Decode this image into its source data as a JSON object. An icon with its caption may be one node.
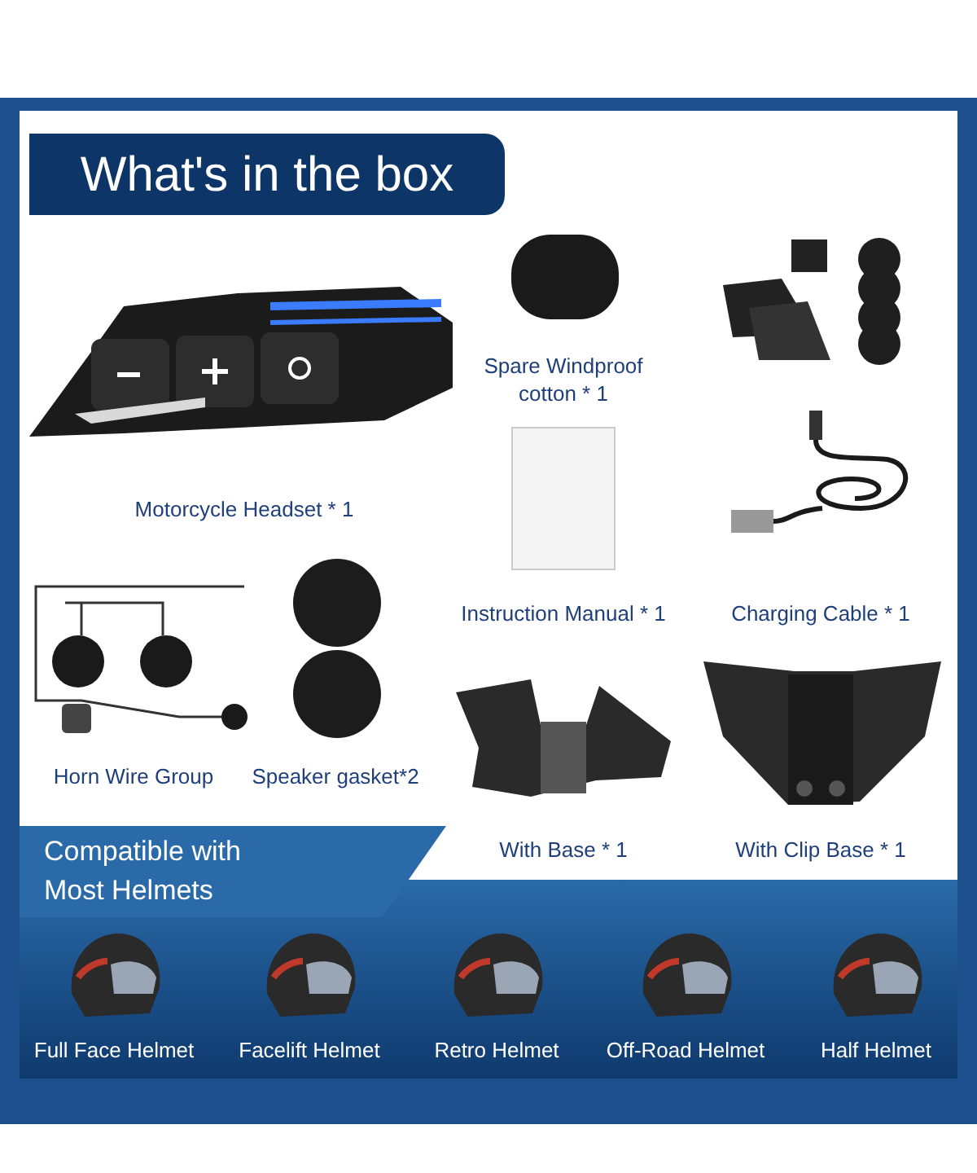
{
  "diagram": {
    "title": "What's in the box",
    "labels": [
      "Motorcycle Headset * 1",
      "Spare Windproof cotton * 1",
      "Instruction Manual * 1",
      "Charging Cable * 1",
      "Horn Wire Group",
      "Speaker gasket*2",
      "With Base * 1",
      "With Clip Base * 1",
      "Compatible with Most Helmets",
      "Full Face Helmet",
      "Facelift Helmet",
      "Retro Helmet",
      "Off-Road Helmet",
      "Half Helmet"
    ]
  }
}
